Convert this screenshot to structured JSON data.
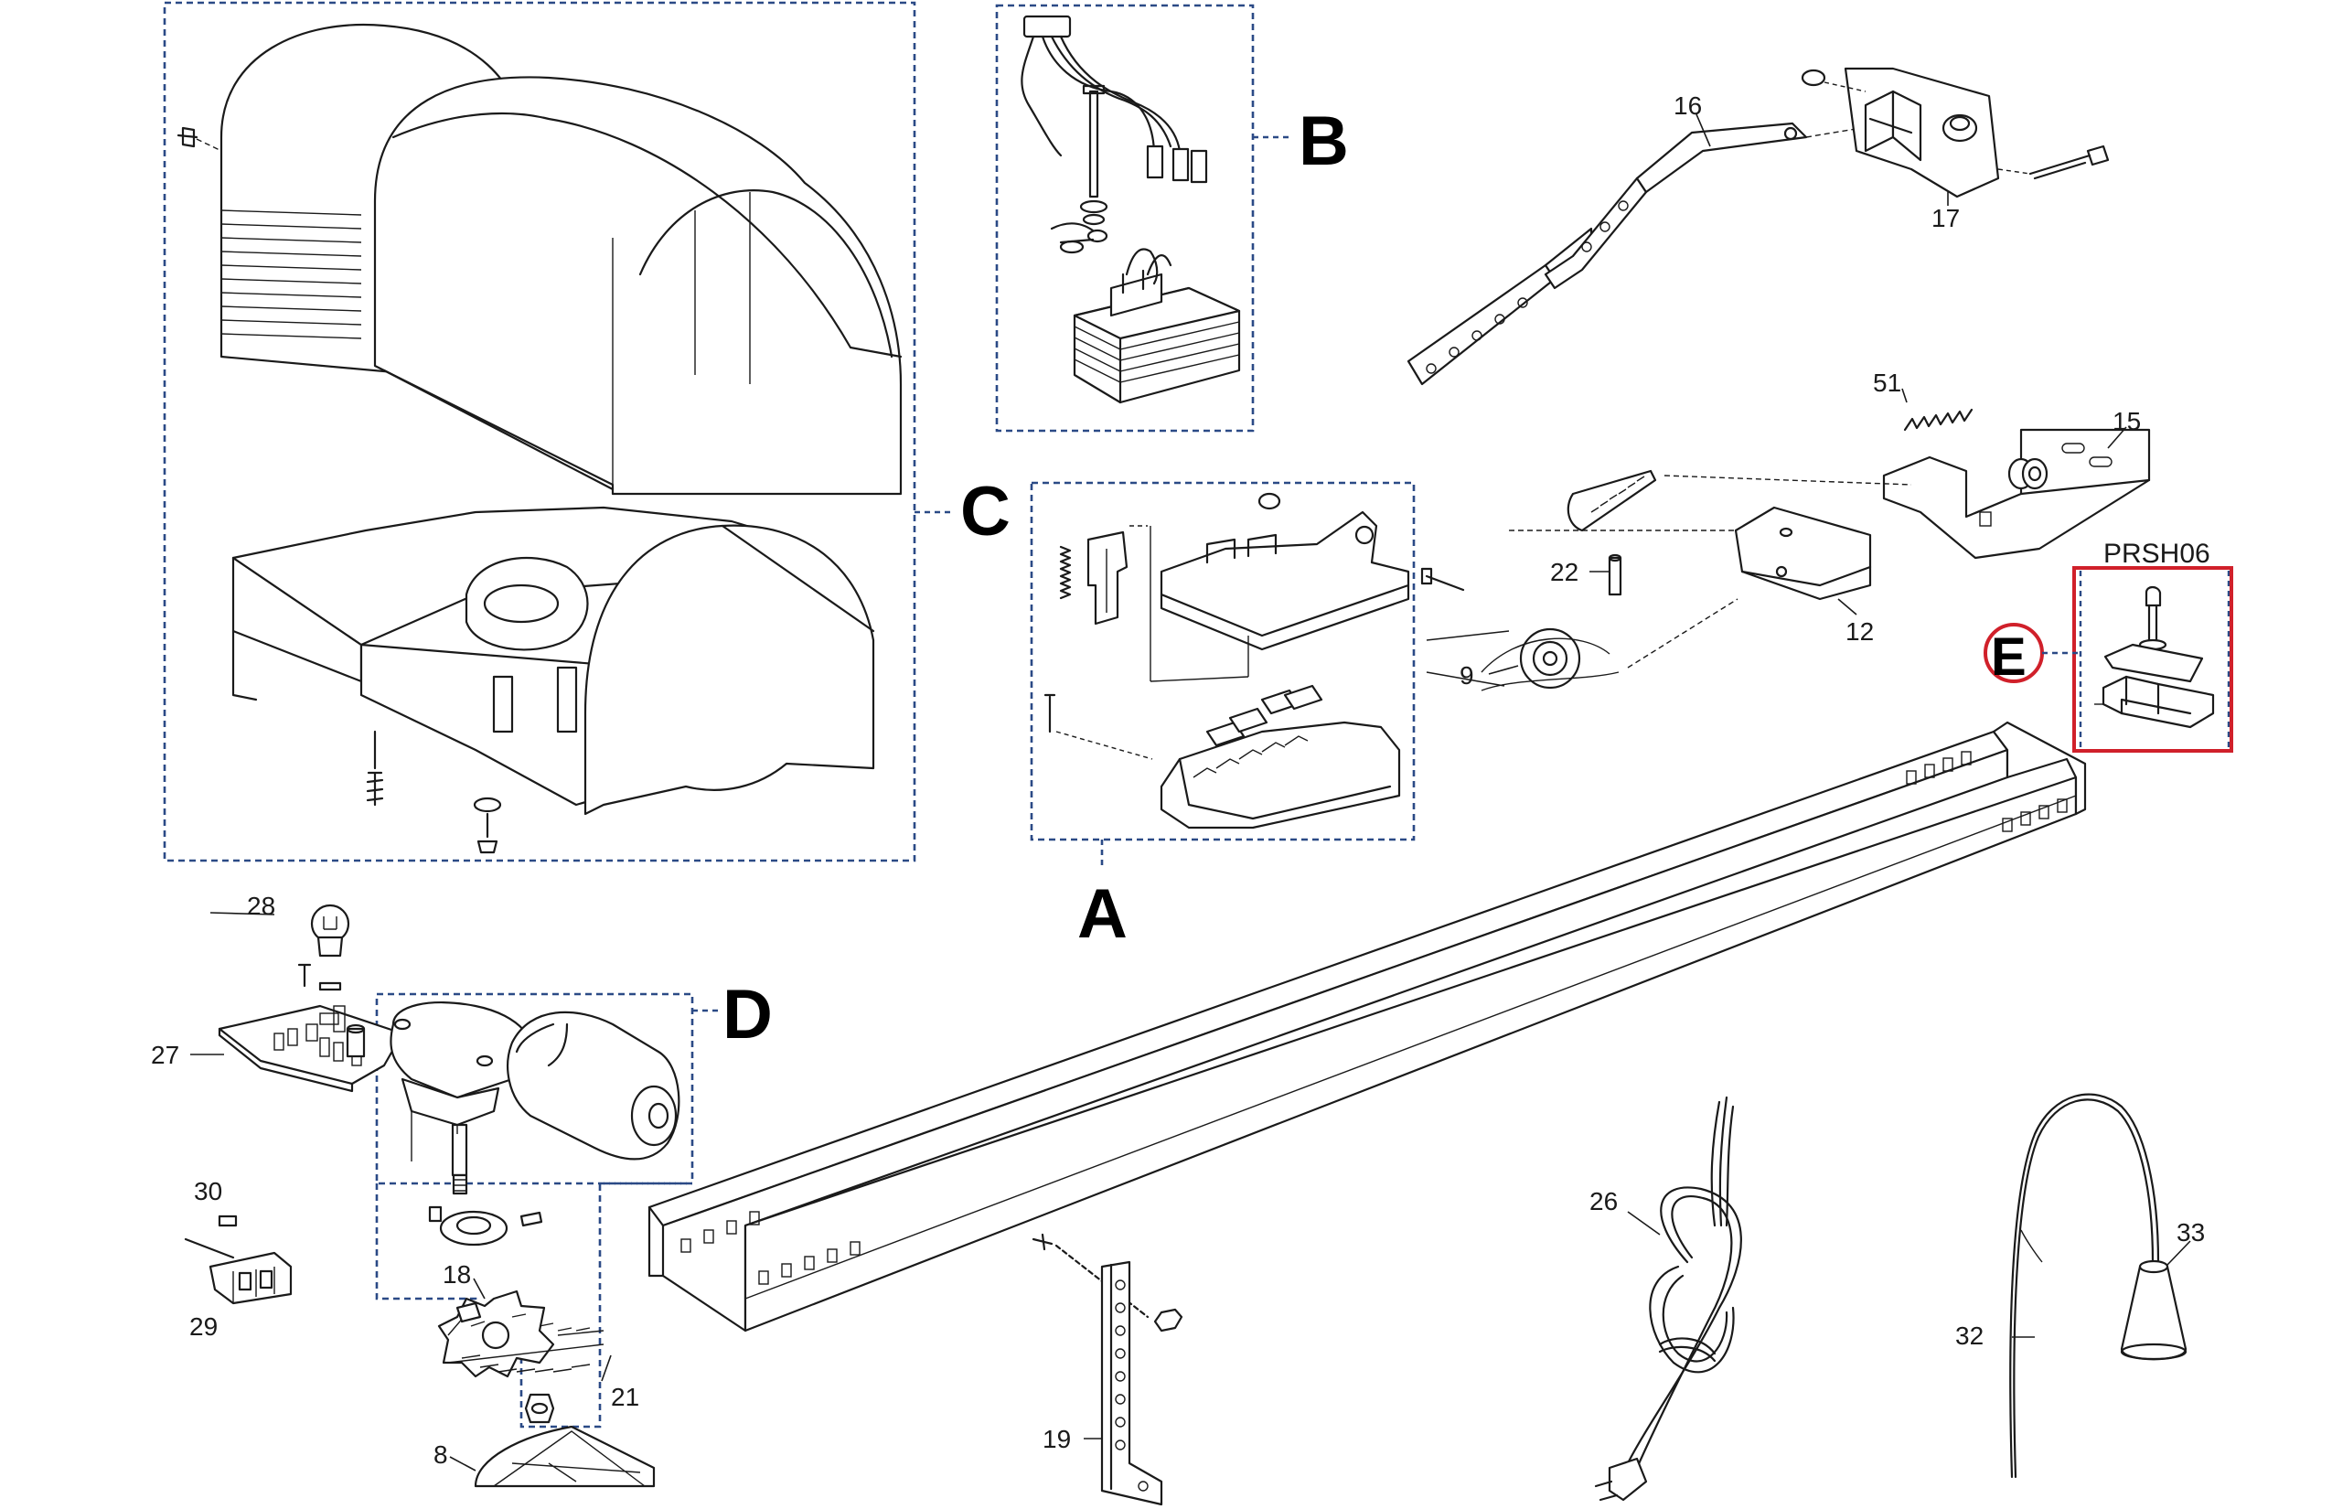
{
  "groups": {
    "a": "A",
    "b": "B",
    "c": "C",
    "d": "D",
    "e": "E"
  },
  "part_code": "PRSH06",
  "parts": {
    "p8": "8",
    "p9": "9",
    "p12": "12",
    "p15": "15",
    "p16": "16",
    "p17": "17",
    "p18": "18",
    "p19": "19",
    "p21": "21",
    "p22": "22",
    "p26": "26",
    "p27": "27",
    "p28": "28",
    "p29": "29",
    "p30": "30",
    "p32": "32",
    "p33": "33",
    "p51": "51"
  },
  "colors": {
    "group_frame": "#2b4a86",
    "highlight": "#d0202a",
    "line": "#1a1a1a"
  }
}
